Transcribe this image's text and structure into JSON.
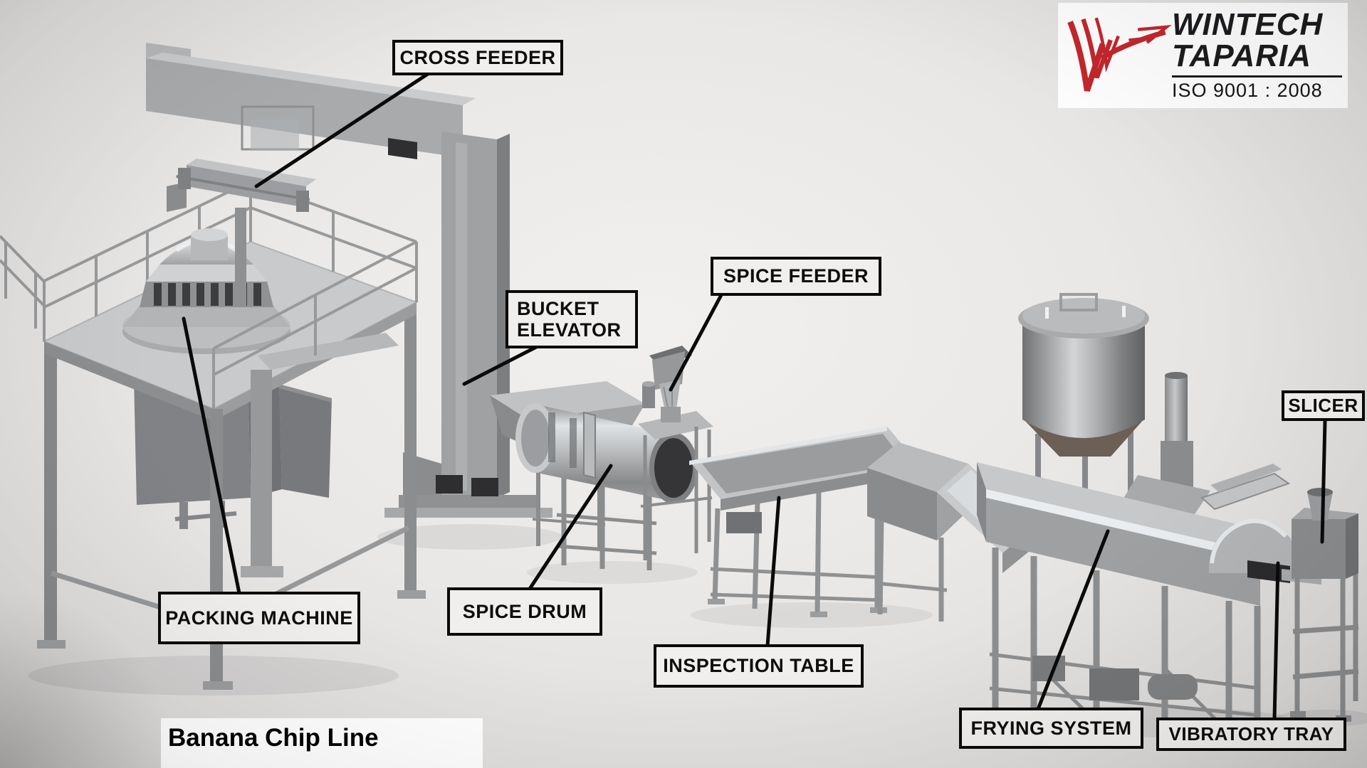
{
  "title": {
    "text": "Banana Chip Line"
  },
  "logo": {
    "brand_line1": "WINTECH",
    "brand_line2": "TAPARIA",
    "certification": "ISO 9001 : 2008",
    "mark_color": "#c1272d"
  },
  "labels": {
    "cross_feeder": "CROSS FEEDER",
    "bucket_elevator": "BUCKET ELEVATOR",
    "spice_feeder": "SPICE FEEDER",
    "spice_drum": "SPICE DRUM",
    "inspection_table": "INSPECTION TABLE",
    "packing_machine": "PACKING MACHINE",
    "frying_system": "FRYING SYSTEM",
    "vibratory_tray": "VIBRATORY TRAY",
    "slicer": "SLICER"
  },
  "colors": {
    "background": "#e9e7e5",
    "label_border": "#0a0a0a",
    "label_fill": "#f1efed",
    "metal_light": "#c6c8ca",
    "metal_mid": "#9fa1a3",
    "metal_dark": "#707275",
    "highlight": "#e9edef"
  }
}
